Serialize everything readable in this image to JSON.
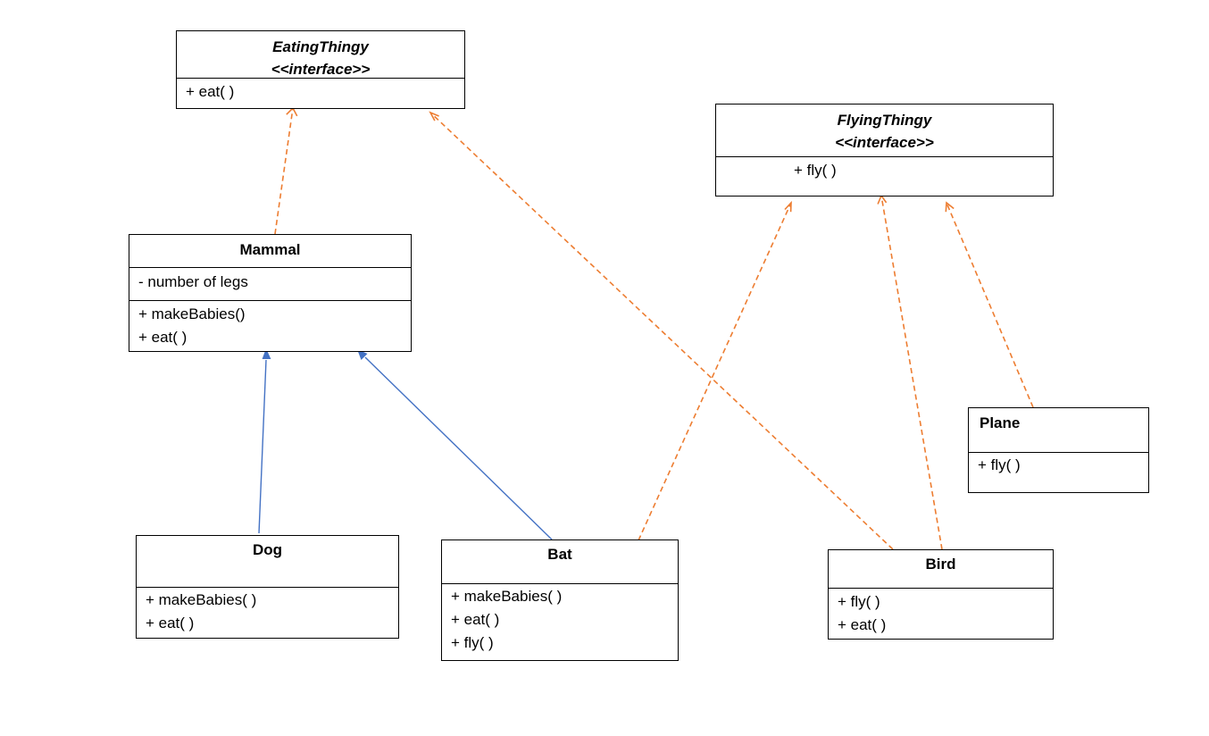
{
  "diagram": {
    "classes": {
      "eating_thingy": {
        "name": "EatingThingy",
        "stereotype": "<<interface>>",
        "methods": [
          "+ eat( )"
        ]
      },
      "flying_thingy": {
        "name": "FlyingThingy",
        "stereotype": "<<interface>>",
        "methods": [
          "+ fly( )"
        ]
      },
      "mammal": {
        "name": "Mammal",
        "attributes": [
          "- number of legs"
        ],
        "methods": [
          "+ makeBabies()",
          "+ eat( )"
        ]
      },
      "plane": {
        "name": "Plane",
        "methods": [
          "+ fly( )"
        ]
      },
      "dog": {
        "name": "Dog",
        "methods": [
          "+ makeBabies( )",
          "+ eat( )"
        ]
      },
      "bat": {
        "name": "Bat",
        "methods": [
          "+ makeBabies( )",
          "+ eat( )",
          "+ fly( )"
        ]
      },
      "bird": {
        "name": "Bird",
        "methods": [
          "+ fly( )",
          "+ eat( )"
        ]
      }
    },
    "relations": [
      {
        "from": "mammal",
        "to": "eating_thingy",
        "kind": "realization"
      },
      {
        "from": "bird",
        "to": "eating_thingy",
        "kind": "realization"
      },
      {
        "from": "bat",
        "to": "flying_thingy",
        "kind": "realization"
      },
      {
        "from": "bird",
        "to": "flying_thingy",
        "kind": "realization"
      },
      {
        "from": "plane",
        "to": "flying_thingy",
        "kind": "realization"
      },
      {
        "from": "dog",
        "to": "mammal",
        "kind": "inheritance"
      },
      {
        "from": "bat",
        "to": "mammal",
        "kind": "inheritance"
      }
    ],
    "colors": {
      "realization": "#ED7D31",
      "inheritance": "#4472C4"
    }
  }
}
